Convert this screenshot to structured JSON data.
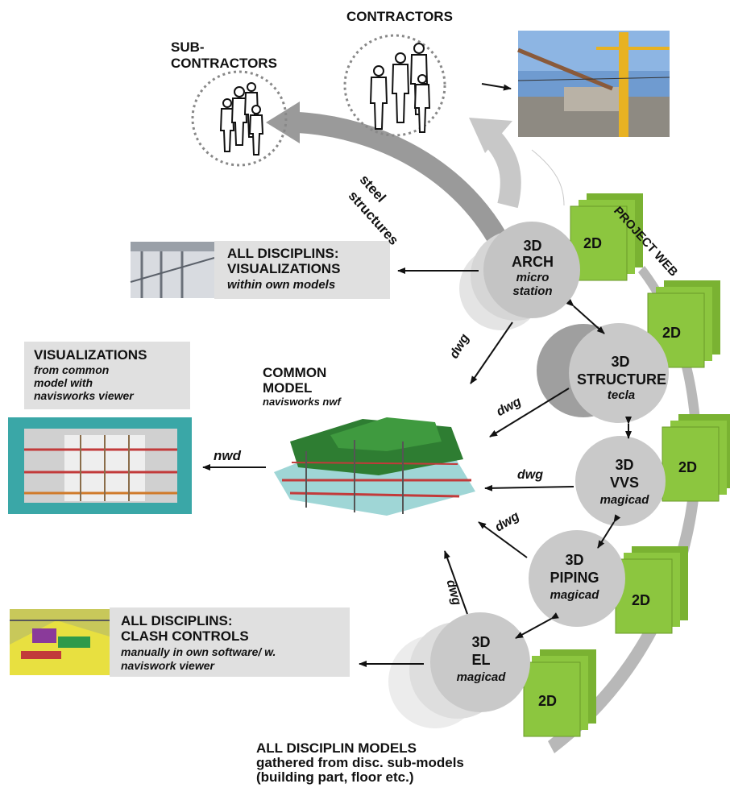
{
  "groups": {
    "contractors": "CONTRACTORS",
    "subcontractors": [
      "SUB-",
      "CONTRACTORS"
    ],
    "project_web": "PROJECT WEB",
    "steel": [
      "steel",
      "structures"
    ]
  },
  "disciplines": [
    {
      "l1": "3D",
      "l2": "ARCH",
      "sw": [
        "micro",
        "station"
      ],
      "sheet": "2D"
    },
    {
      "l1": "3D",
      "l2": "STRUCTURE",
      "sw": [
        "tecla"
      ],
      "sheet": "2D"
    },
    {
      "l1": "3D",
      "l2": "VVS",
      "sw": [
        "magicad"
      ],
      "sheet": "2D"
    },
    {
      "l1": "3D",
      "l2": "PIPING",
      "sw": [
        "magicad"
      ],
      "sheet": "2D"
    },
    {
      "l1": "3D",
      "l2": "EL",
      "sw": [
        "magicad"
      ],
      "sheet": "2D"
    }
  ],
  "edge_labels": {
    "dwg": "dwg",
    "nwd": "nwd"
  },
  "panels": {
    "all_vis": {
      "title1": "ALL DISCIPLINS:",
      "title2": "VISUALIZATIONS",
      "sub": "within own models"
    },
    "visualizations": {
      "title": "VISUALIZATIONS",
      "sub": [
        "from common",
        "model with",
        "navisworks viewer"
      ]
    },
    "common_model": {
      "title": [
        "COMMON",
        "MODEL"
      ],
      "sub": "navisworks nwf"
    },
    "clash": {
      "title1": "ALL DISCIPLINS:",
      "title2": "CLASH CONTROLS",
      "sub": [
        "manually in own software/ w.",
        "naviswork viewer"
      ]
    },
    "footer": {
      "l1": "ALL DISCIPLIN MODELS",
      "l2": "gathered from disc. sub-models",
      "l3": "(building part, floor etc.)"
    }
  },
  "colors": {
    "green": "#8cc63f",
    "green_dark": "#7ab232",
    "circle": "#c9c9c9",
    "arrow_band": "#b8b8b8"
  }
}
